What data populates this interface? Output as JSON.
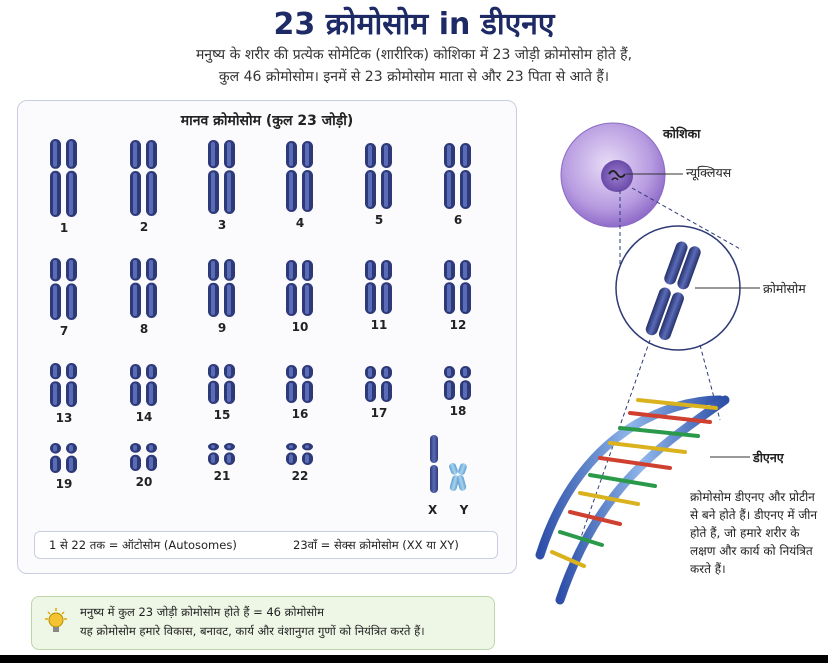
{
  "title": "23 क्रोमोसोम in डीएनए",
  "subtitle_line1": "मनुष्य के शरीर की प्रत्येक सोमेटिक (शारीरिक) कोशिका में 23 जोड़ी क्रोमोसोम होते हैं,",
  "subtitle_line2": "कुल 46 क्रोमोसोम। इनमें से 23 क्रोमोसोम माता से और 23 पिता से आते हैं।",
  "karyotype": {
    "title": "मानव क्रोमोसोम (कुल 23 जोड़ी)",
    "chromosomes": [
      "1",
      "2",
      "3",
      "4",
      "5",
      "6",
      "7",
      "8",
      "9",
      "10",
      "11",
      "12",
      "13",
      "14",
      "15",
      "16",
      "17",
      "18",
      "19",
      "20",
      "21",
      "22"
    ],
    "sex_labels": [
      "X",
      "Y"
    ],
    "legend_autosome": "1 से 22 तक = ऑटोसोम (Autosomes)",
    "legend_sex": "23वाँ = सेक्स क्रोमोसोम (XX या XY)"
  },
  "diagram": {
    "cell_label": "कोशिका",
    "nucleus_label": "न्यूक्लियस",
    "chromosome_label": "क्रोमोसोम",
    "dna_label": "डीएनए",
    "dna_description": "क्रोमोसोम डीएनए और प्रोटीन से बने होते हैं। डीएनए में जीन होते हैं, जो हमारे शरीर के लक्षण और कार्य को नियंत्रित करते हैं।"
  },
  "note": {
    "icon": "lightbulb-icon",
    "line1": "मनुष्य में कुल 23 जोड़ी क्रोमोसोम होते हैं = 46 क्रोमोसोम",
    "line2": "यह क्रोमोसोम हमारे विकास, बनावट, कार्य और वंशानुगत गुणों को नियंत्रित करते हैं।"
  },
  "colors": {
    "chromosome": "#2e3a78",
    "chromosome_light": "#5a6bb8",
    "y_chromosome": "#7fb7e0",
    "cell": "#a98bd6",
    "title": "#1d2a66"
  }
}
